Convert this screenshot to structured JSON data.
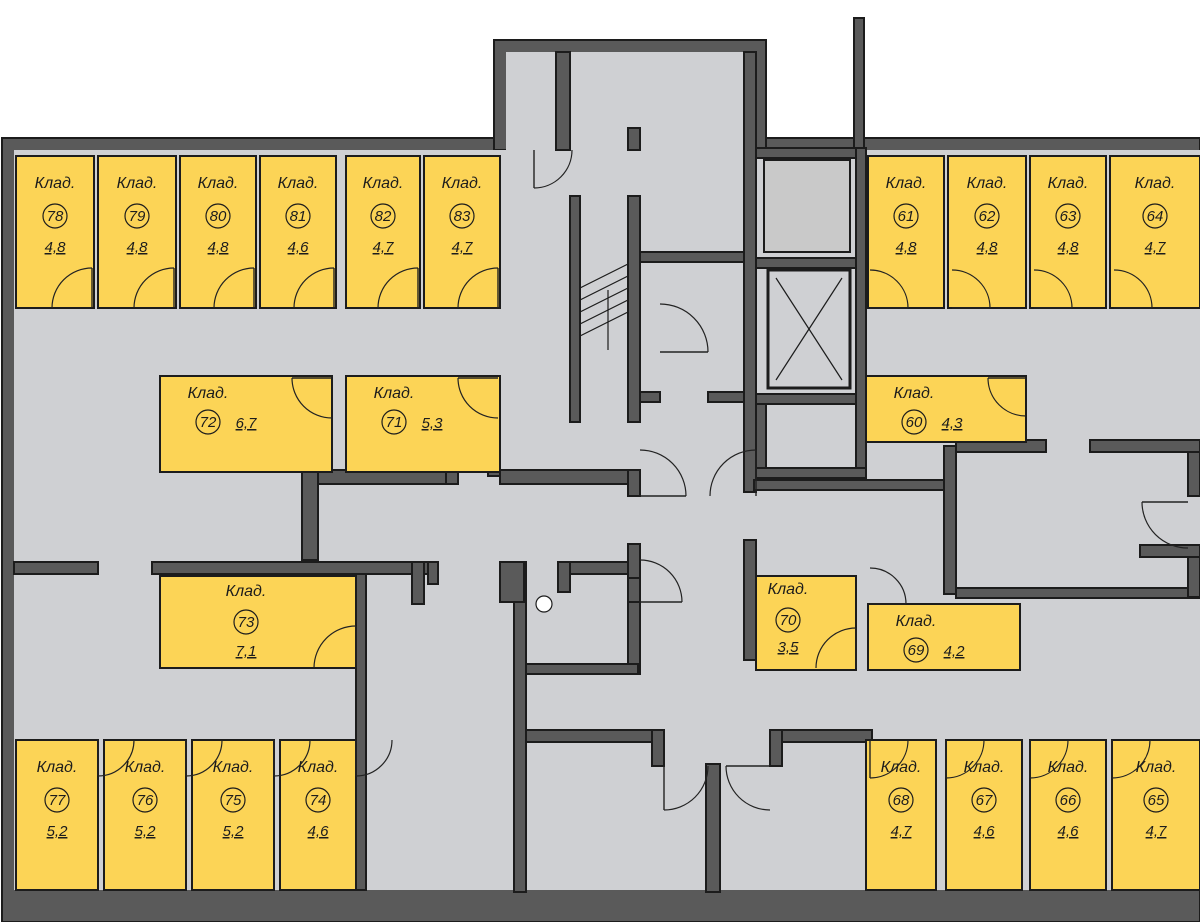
{
  "room_prefix": "Клад.",
  "storage_rooms": [
    {
      "id": "78",
      "area": "4,8"
    },
    {
      "id": "79",
      "area": "4,8"
    },
    {
      "id": "80",
      "area": "4,8"
    },
    {
      "id": "81",
      "area": "4,6"
    },
    {
      "id": "82",
      "area": "4,7"
    },
    {
      "id": "83",
      "area": "4,7"
    },
    {
      "id": "61",
      "area": "4,8"
    },
    {
      "id": "62",
      "area": "4,8"
    },
    {
      "id": "63",
      "area": "4,8"
    },
    {
      "id": "64",
      "area": "4,7"
    },
    {
      "id": "72",
      "area": "6,7"
    },
    {
      "id": "71",
      "area": "5,3"
    },
    {
      "id": "60",
      "area": "4,3"
    },
    {
      "id": "73",
      "area": "7,1"
    },
    {
      "id": "70",
      "area": "3,5"
    },
    {
      "id": "69",
      "area": "4,2"
    },
    {
      "id": "77",
      "area": "5,2"
    },
    {
      "id": "76",
      "area": "5,2"
    },
    {
      "id": "75",
      "area": "5,2"
    },
    {
      "id": "74",
      "area": "4,6"
    },
    {
      "id": "68",
      "area": "4,7"
    },
    {
      "id": "67",
      "area": "4,6"
    },
    {
      "id": "66",
      "area": "4,6"
    },
    {
      "id": "65",
      "area": "4,7"
    }
  ],
  "colors": {
    "storage": "#fcd456",
    "floor": "#cfd0d3",
    "wall": "#5a5a5a"
  }
}
